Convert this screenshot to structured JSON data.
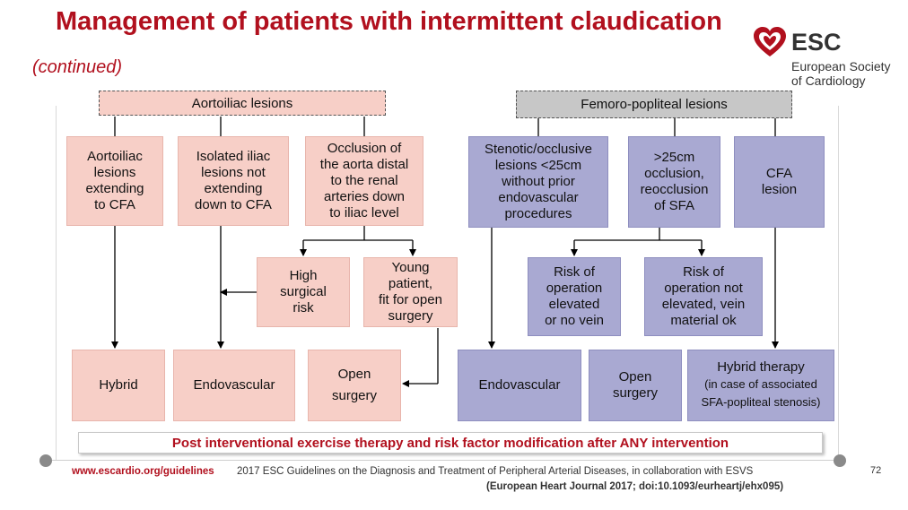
{
  "title": "Management of patients with intermittent claudication",
  "subtitle": "(continued)",
  "logo": {
    "abbr": "ESC",
    "line1": "European Society",
    "line2": "of Cardiology"
  },
  "colors": {
    "brand_red": "#b1101e",
    "pink_box": "#f7cfc7",
    "lavender_box": "#a9a9d2",
    "femoro_header": "#c7c7c7"
  },
  "aortoiliac": {
    "header": "Aortoiliac lesions",
    "col1": {
      "l1": "Aortoiliac",
      "l2": "lesions",
      "l3": "extending",
      "l4": "to CFA"
    },
    "col2": {
      "l1": "Isolated iliac",
      "l2": "lesions not",
      "l3": "extending",
      "l4": "down to CFA"
    },
    "col3": {
      "l1": "Occlusion of",
      "l2": "the aorta distal",
      "l3": "to the renal",
      "l4": "arteries down",
      "l5": "to iliac level"
    },
    "high_risk": {
      "l1": "High",
      "l2": "surgical",
      "l3": "risk"
    },
    "young": {
      "l1": "Young",
      "l2": "patient,",
      "l3": "fit for open",
      "l4": "surgery"
    },
    "hybrid": "Hybrid",
    "endovascular": "Endovascular",
    "open": {
      "l1": "Open",
      "l2": "surgery"
    }
  },
  "femoro": {
    "header": "Femoro-popliteal lesions",
    "col1": {
      "l1": "Stenotic/occlusive",
      "l2": "lesions <25cm",
      "l3": "without prior",
      "l4": "endovascular",
      "l5": "procedures"
    },
    "col2": {
      "l1": ">25cm",
      "l2": "occlusion,",
      "l3": "reocclusion",
      "l4": "of SFA"
    },
    "col3": {
      "l1": "CFA",
      "l2": "lesion"
    },
    "risk_elevated": {
      "l1": "Risk of",
      "l2": "operation",
      "l3": "elevated",
      "l4": "or no vein"
    },
    "risk_not": {
      "l1": "Risk of",
      "l2": "operation not",
      "l3": "elevated, vein",
      "l4": "material ok"
    },
    "endovascular": "Endovascular",
    "open": {
      "l1": "Open",
      "l2": "surgery"
    },
    "hybrid": {
      "l1": "Hybrid therapy",
      "l2": "(in case of associated",
      "l3": "SFA-popliteal stenosis)"
    }
  },
  "bottom_bar": "Post interventional exercise therapy and risk factor modification after ANY intervention",
  "footer": {
    "url": "www.escardio.org/guidelines",
    "ref1": "2017 ESC Guidelines on the Diagnosis and Treatment of Peripheral Arterial Diseases, in collaboration with ESVS",
    "ref2": "(European Heart Journal 2017; doi:10.1093/eurheartj/ehx095)",
    "page": "72"
  }
}
